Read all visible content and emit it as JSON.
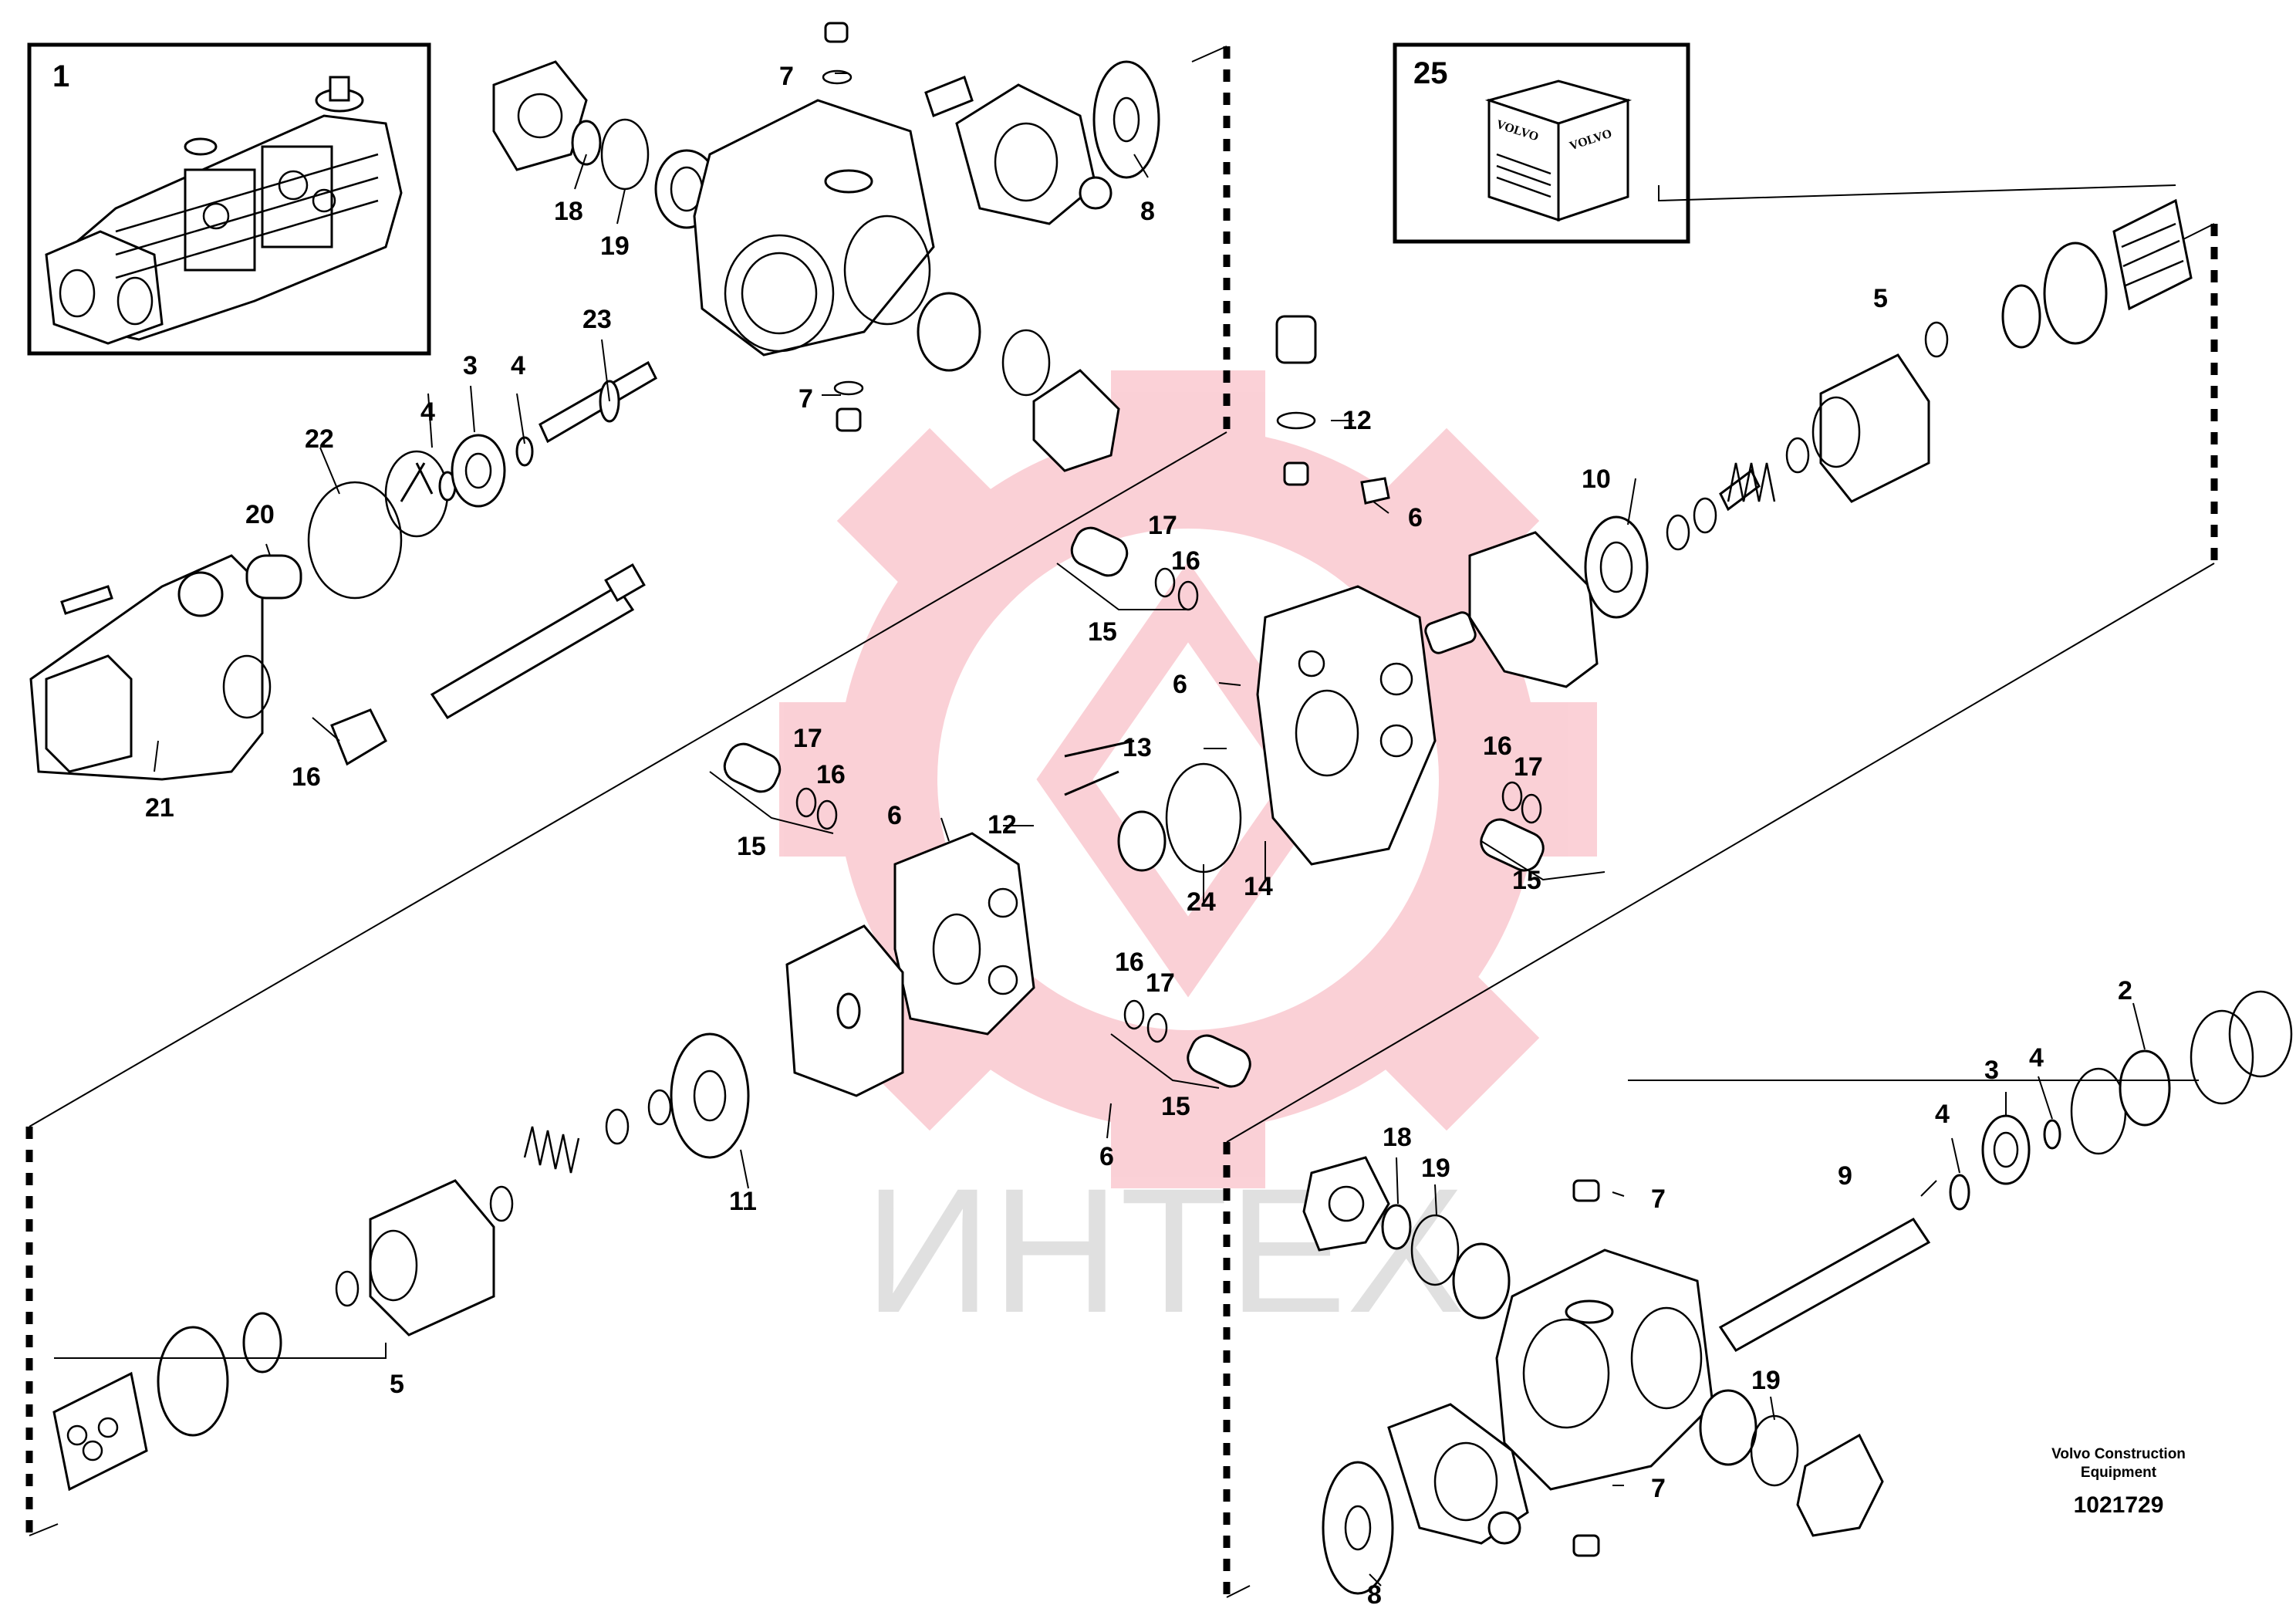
{
  "colors": {
    "watermark_gear": "#f05a6e",
    "watermark_text": "#d6d6d6",
    "line": "#000000"
  },
  "inset_boxes": {
    "assembly_label": "1",
    "kit_label": "25",
    "kit_brand_text": "VOLVO"
  },
  "callouts": {
    "c2": "2",
    "c3_top": "3",
    "c3_bottom": "3",
    "c4_top_a": "4",
    "c4_top_b": "4",
    "c4_bottom_a": "4",
    "c4_bottom_b": "4",
    "c5_right": "5",
    "c5_left": "5",
    "c6_top": "6",
    "c6_mid": "6",
    "c6_left": "6",
    "c6_bottom": "6",
    "c7_top_a": "7",
    "c7_top_b": "7",
    "c7_bottom_a": "7",
    "c7_bottom_b": "7",
    "c8_top": "8",
    "c8_bottom": "8",
    "c9": "9",
    "c10": "10",
    "c11": "11",
    "c12_top": "12",
    "c12_mid": "12",
    "c13": "13",
    "c14": "14",
    "c15_a": "15",
    "c15_b": "15",
    "c15_c": "15",
    "c15_d": "15",
    "c16_a": "16",
    "c16_b": "16",
    "c16_c": "16",
    "c16_d": "16",
    "c16_e": "16",
    "c17_a": "17",
    "c17_b": "17",
    "c17_c": "17",
    "c17_d": "17",
    "c18_top": "18",
    "c18_bottom": "18",
    "c19_top": "19",
    "c19_bottom_a": "19",
    "c19_bottom_b": "19",
    "c20": "20",
    "c21": "21",
    "c22": "22",
    "c23": "23",
    "c24": "24"
  },
  "credit": {
    "line1": "Volvo Construction",
    "line2": "Equipment",
    "doc_number": "1021729"
  },
  "watermark": {
    "text": "ИНТЕХ"
  }
}
